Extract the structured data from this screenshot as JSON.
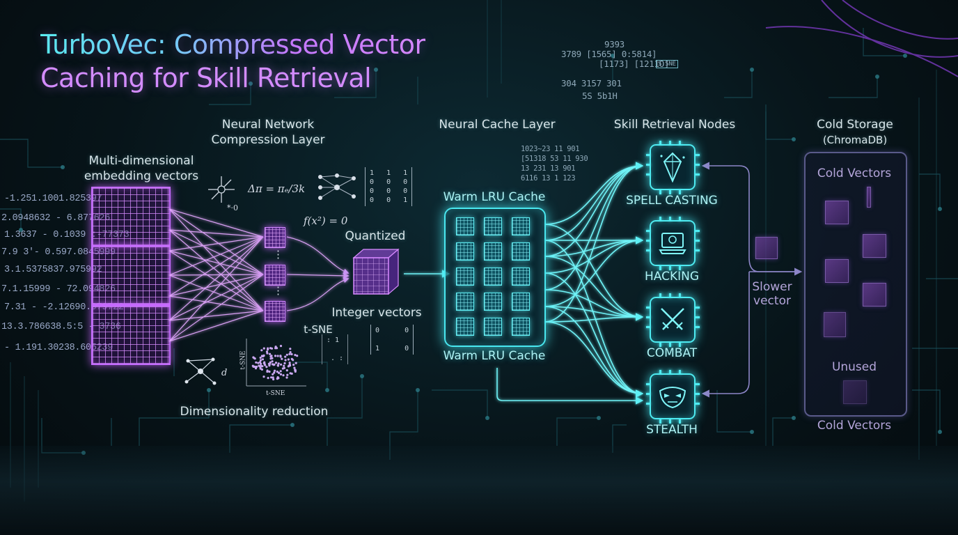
{
  "title": {
    "line1": "TurboVec: Compressed Vector",
    "line2": "Caching for Skill Retrieval"
  },
  "stages": {
    "embedding": {
      "line1": "Multi-dimensional",
      "line2": "embedding vectors"
    },
    "compression": {
      "line1": "Neural Network",
      "line2": "Compression Layer"
    },
    "cache": "Neural Cache Layer",
    "skills": "Skill Retrieval Nodes",
    "cold": {
      "line1": "Cold Storage",
      "line2": "(ChromaDB)"
    }
  },
  "labels": {
    "quantized": "Quantized",
    "integer_vectors": "Integer vectors",
    "tsne": "t-SNE",
    "tsne_axis_y": "t-SNE",
    "tsne_axis_x": "t-SNE",
    "dim_reduction": "Dimensionality reduction",
    "warm_cache_top": "Warm LRU Cache",
    "warm_cache_bottom": "Warm LRU Cache",
    "slower_vector": {
      "line1": "Slower",
      "line2": "vector"
    },
    "cold_vectors_top": "Cold Vectors",
    "cold_vectors_bottom": "Cold Vectors",
    "unused": "Unused"
  },
  "math": {
    "delta": "Δπ = πₑ/3k",
    "f": "f(x²) = 0",
    "zero": "*·0",
    "d": "d",
    "matrix1": "1   1   1\n0   0   0\n0   0   0\n0   0   1",
    "matrix2": "0      0\n\n1      0",
    "tsne_dots": ": 1\n\n . :"
  },
  "skills": [
    {
      "label": "SPELL CASTING",
      "icon": "crystal-icon"
    },
    {
      "label": "HACKING",
      "icon": "hacker-laptop-icon"
    },
    {
      "label": "COMBAT",
      "icon": "crossed-swords-icon"
    },
    {
      "label": "STEALTH",
      "icon": "mask-icon"
    }
  ],
  "left_numbers": [
    "-1.251.1001.825397",
    "2.0948632 - 6.877626",
    "1.3637 - 0.1039 :-77373",
    "7.9 3'- 0.597.0845999",
    "3.1.5375837.975992",
    "7.1.15999 - 72.094826",
    "7.31 - -2.12690.979722",
    "13.3.786638.5:5 - 3736",
    "- 1.191.30238.605239"
  ],
  "top_numbers": [
    "9393",
    "3789    [1565]  0:5814]",
    "[1173]  [1211O]",
    "304      3157    301",
    "5S       5b1H",
    "S.SNE"
  ],
  "cache_numbers": [
    "1023~23    11  901",
    "[51318 53    11  930",
    "13  231    13  901",
    "6116  13   1  123"
  ],
  "colors": {
    "cyan": "#4eecf2",
    "purple": "#c56cff",
    "cold": "#7a5aa8",
    "title_purple": "#d48cff"
  }
}
